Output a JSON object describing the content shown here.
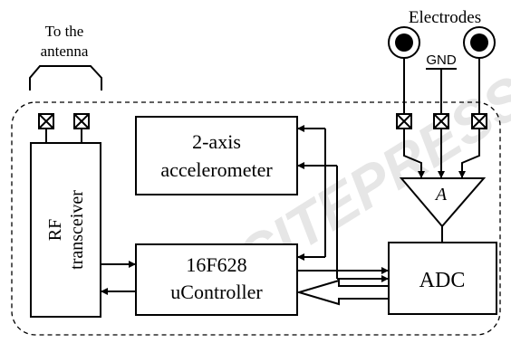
{
  "diagram": {
    "antenna_label_line1": "To the",
    "antenna_label_line2": "antenna",
    "electrodes_label": "Electrodes",
    "gnd_label": "GND",
    "accelerometer_line1": "2-axis",
    "accelerometer_line2": "accelerometer",
    "rf_line1": "RF",
    "rf_line2": "transceiver",
    "controller_line1": "16F628",
    "controller_line2": "uController",
    "adc_label": "ADC",
    "amplifier_label": "A",
    "watermark": "SCITEPRESS Publications"
  },
  "colors": {
    "stroke": "#000000",
    "background": "#ffffff",
    "electrode_fill": "#000000",
    "watermark": "#e4e4e4"
  }
}
